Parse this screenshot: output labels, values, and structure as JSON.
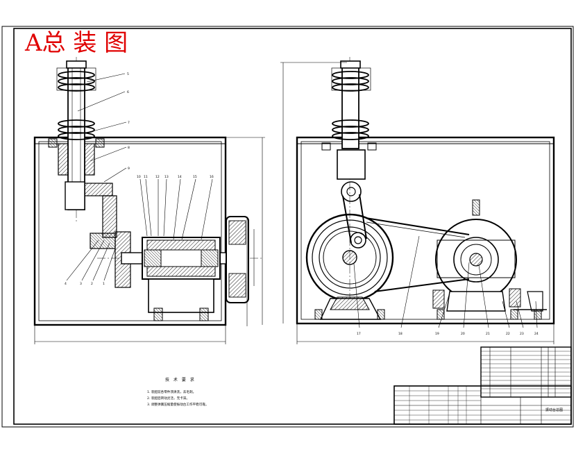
{
  "title": "A总 装 图",
  "tech_notes": {
    "heading": "技 术 要 求",
    "lines": [
      "1. 装配前各零件须清洗，去毛刺。",
      "2. 装配后转动灵活，无卡滞。",
      "3. 调整弹簧压缩量使振动台工作平稳可靠。"
    ]
  },
  "left_view_balloons": [
    "5",
    "6",
    "7",
    "8",
    "9",
    "10",
    "11",
    "12",
    "13",
    "14",
    "15",
    "16",
    "4",
    "3",
    "2",
    "1"
  ],
  "right_view_balloons": [
    "17",
    "18",
    "19",
    "20",
    "21",
    "22",
    "23",
    "24"
  ],
  "title_block": {
    "drawing_name": "振动台总图"
  }
}
